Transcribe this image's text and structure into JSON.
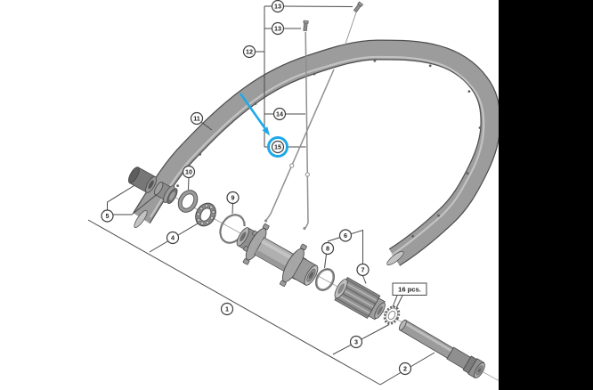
{
  "figure": {
    "type": "exploded-parts-diagram",
    "callouts": [
      "1",
      "2",
      "3",
      "4",
      "5",
      "6",
      "7",
      "8",
      "9",
      "10",
      "11",
      "12",
      "13",
      "13",
      "14",
      "15"
    ],
    "quantity_label": "16 pcs.",
    "highlight": {
      "color": "#1da9e8",
      "target_callout": "15"
    },
    "colors": {
      "line": "#4a4a4a",
      "metal": "#9c9c9c",
      "background": "#ffffff",
      "right_margin": "#000000"
    },
    "parts": [
      "rim",
      "spoke",
      "spoke-nipple",
      "dust-cap",
      "cone",
      "seal-washer",
      "ball-bearing-retainer",
      "snap-ring",
      "hub-body",
      "o-ring",
      "freehub-body",
      "serrated-washer",
      "axle"
    ]
  }
}
